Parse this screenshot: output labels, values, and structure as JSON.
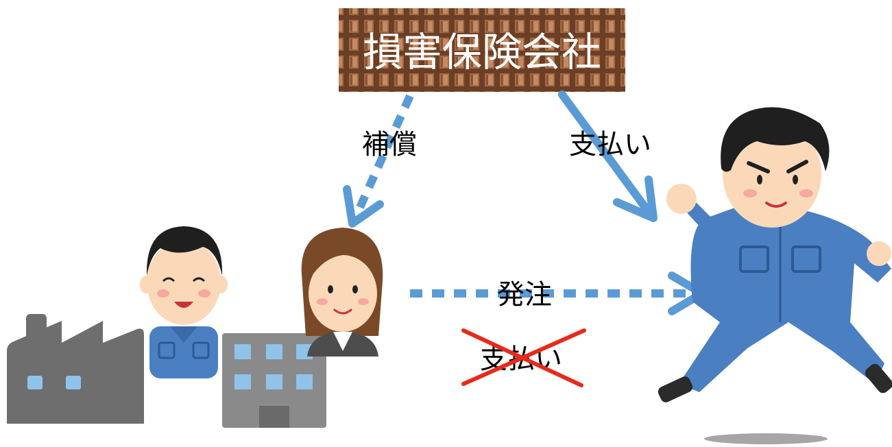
{
  "insurer": {
    "label": "損害保険会社"
  },
  "arrows": {
    "compensation_label": "補償",
    "payment_label": "支払い",
    "order_label": "発注",
    "crossed_payment_label": "支払い"
  },
  "icons": {
    "insurer": "building-facade-icon",
    "factory": "factory-icon",
    "office": "office-building-icon",
    "client_worker": "man-worker-icon",
    "client_manager": "woman-office-worker-icon",
    "contractor": "running-worker-icon"
  },
  "colors": {
    "arrow": "#5b9bd5",
    "cross": "#e8291c",
    "insurer_bg": "#6b3f26",
    "uniform": "#4a7fc1"
  }
}
